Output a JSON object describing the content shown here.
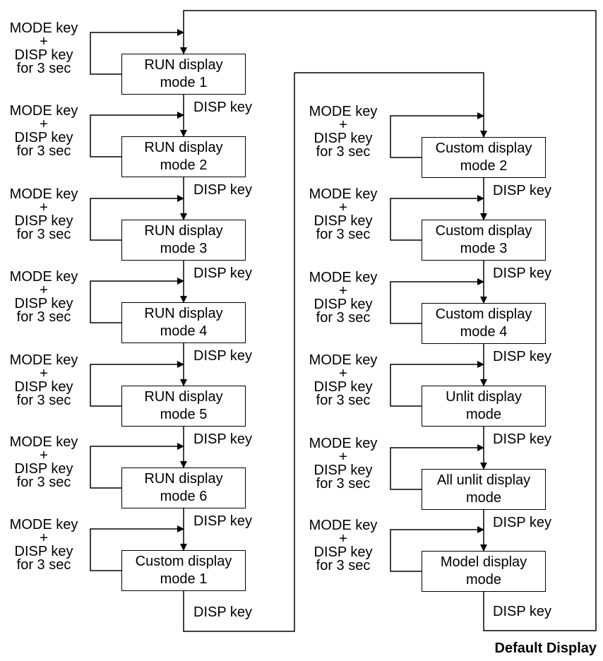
{
  "left_column": [
    {
      "box": "RUN display\nmode 1",
      "key_combo": "MODE key\n+\nDISP key\nfor 3 sec"
    },
    {
      "box": "RUN display\nmode 2",
      "key_combo": "MODE key\n+\nDISP key\nfor 3 sec",
      "transition_in": "DISP key"
    },
    {
      "box": "RUN display\nmode 3",
      "key_combo": "MODE key\n+\nDISP key\nfor 3 sec",
      "transition_in": "DISP key"
    },
    {
      "box": "RUN display\nmode 4",
      "key_combo": "MODE key\n+\nDISP key\nfor 3 sec",
      "transition_in": "DISP key"
    },
    {
      "box": "RUN display\nmode 5",
      "key_combo": "MODE key\n+\nDISP key\nfor 3 sec",
      "transition_in": "DISP key"
    },
    {
      "box": "RUN display\nmode 6",
      "key_combo": "MODE key\n+\nDISP key\nfor 3 sec",
      "transition_in": "DISP key"
    },
    {
      "box": "Custom display\nmode 1",
      "key_combo": "MODE key\n+\nDISP key\nfor 3 sec",
      "transition_in": "DISP key"
    }
  ],
  "left_exit_label": "DISP key",
  "right_column": [
    {
      "box": "Custom display\nmode 2",
      "key_combo": "MODE key\n+\nDISP key\nfor 3 sec"
    },
    {
      "box": "Custom display\nmode 3",
      "key_combo": "MODE key\n+\nDISP key\nfor 3 sec",
      "transition_in": "DISP key"
    },
    {
      "box": "Custom display\nmode 4",
      "key_combo": "MODE key\n+\nDISP key\nfor 3 sec",
      "transition_in": "DISP key"
    },
    {
      "box": "Unlit display\nmode",
      "key_combo": "MODE key\n+\nDISP key\nfor 3 sec",
      "transition_in": "DISP key"
    },
    {
      "box": "All unlit display\nmode",
      "key_combo": "MODE key\n+\nDISP key\nfor 3 sec",
      "transition_in": "DISP key"
    },
    {
      "box": "Model display\nmode",
      "key_combo": "MODE key\n+\nDISP key\nfor 3 sec",
      "transition_in": "DISP key"
    }
  ],
  "right_exit_label": "DISP key",
  "footer": "Default Display"
}
